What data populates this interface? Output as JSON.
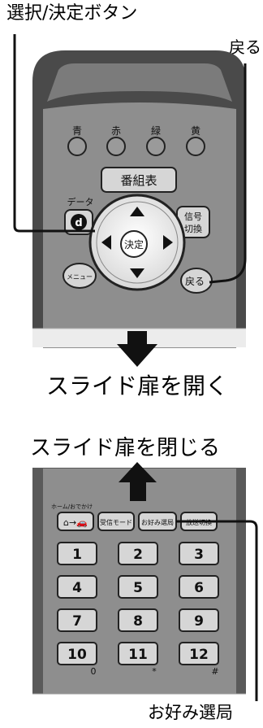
{
  "labels": {
    "select_confirm": "選択/決定ボタン",
    "back": "戻る",
    "open_door": "スライド扉を開く",
    "close_door": "スライド扉を閉じる",
    "favorite_station": "お好み選局"
  },
  "remote_top": {
    "color_buttons": [
      "青",
      "赤",
      "緑",
      "黄"
    ],
    "guide_button": "番組表",
    "data_label": "データ",
    "d_button": "d",
    "signal_switch": [
      "信号",
      "切換"
    ],
    "enter_button": "決定",
    "menu_button": "メニュー",
    "back_button": "戻る"
  },
  "remote_bottom": {
    "home_label": "ホーム/おでかけ",
    "function_buttons": [
      "受信モード",
      "お好み選局",
      "放送切換"
    ],
    "number_buttons": [
      "1",
      "2",
      "3",
      "4",
      "5",
      "6",
      "7",
      "8",
      "9",
      "10",
      "11",
      "12"
    ],
    "sub_symbols": [
      "0",
      "*",
      "#"
    ]
  },
  "colors": {
    "body_dark": "#4a4a4a",
    "panel_gray": "#8e8e8e",
    "button_light": "#d6d6d6"
  }
}
